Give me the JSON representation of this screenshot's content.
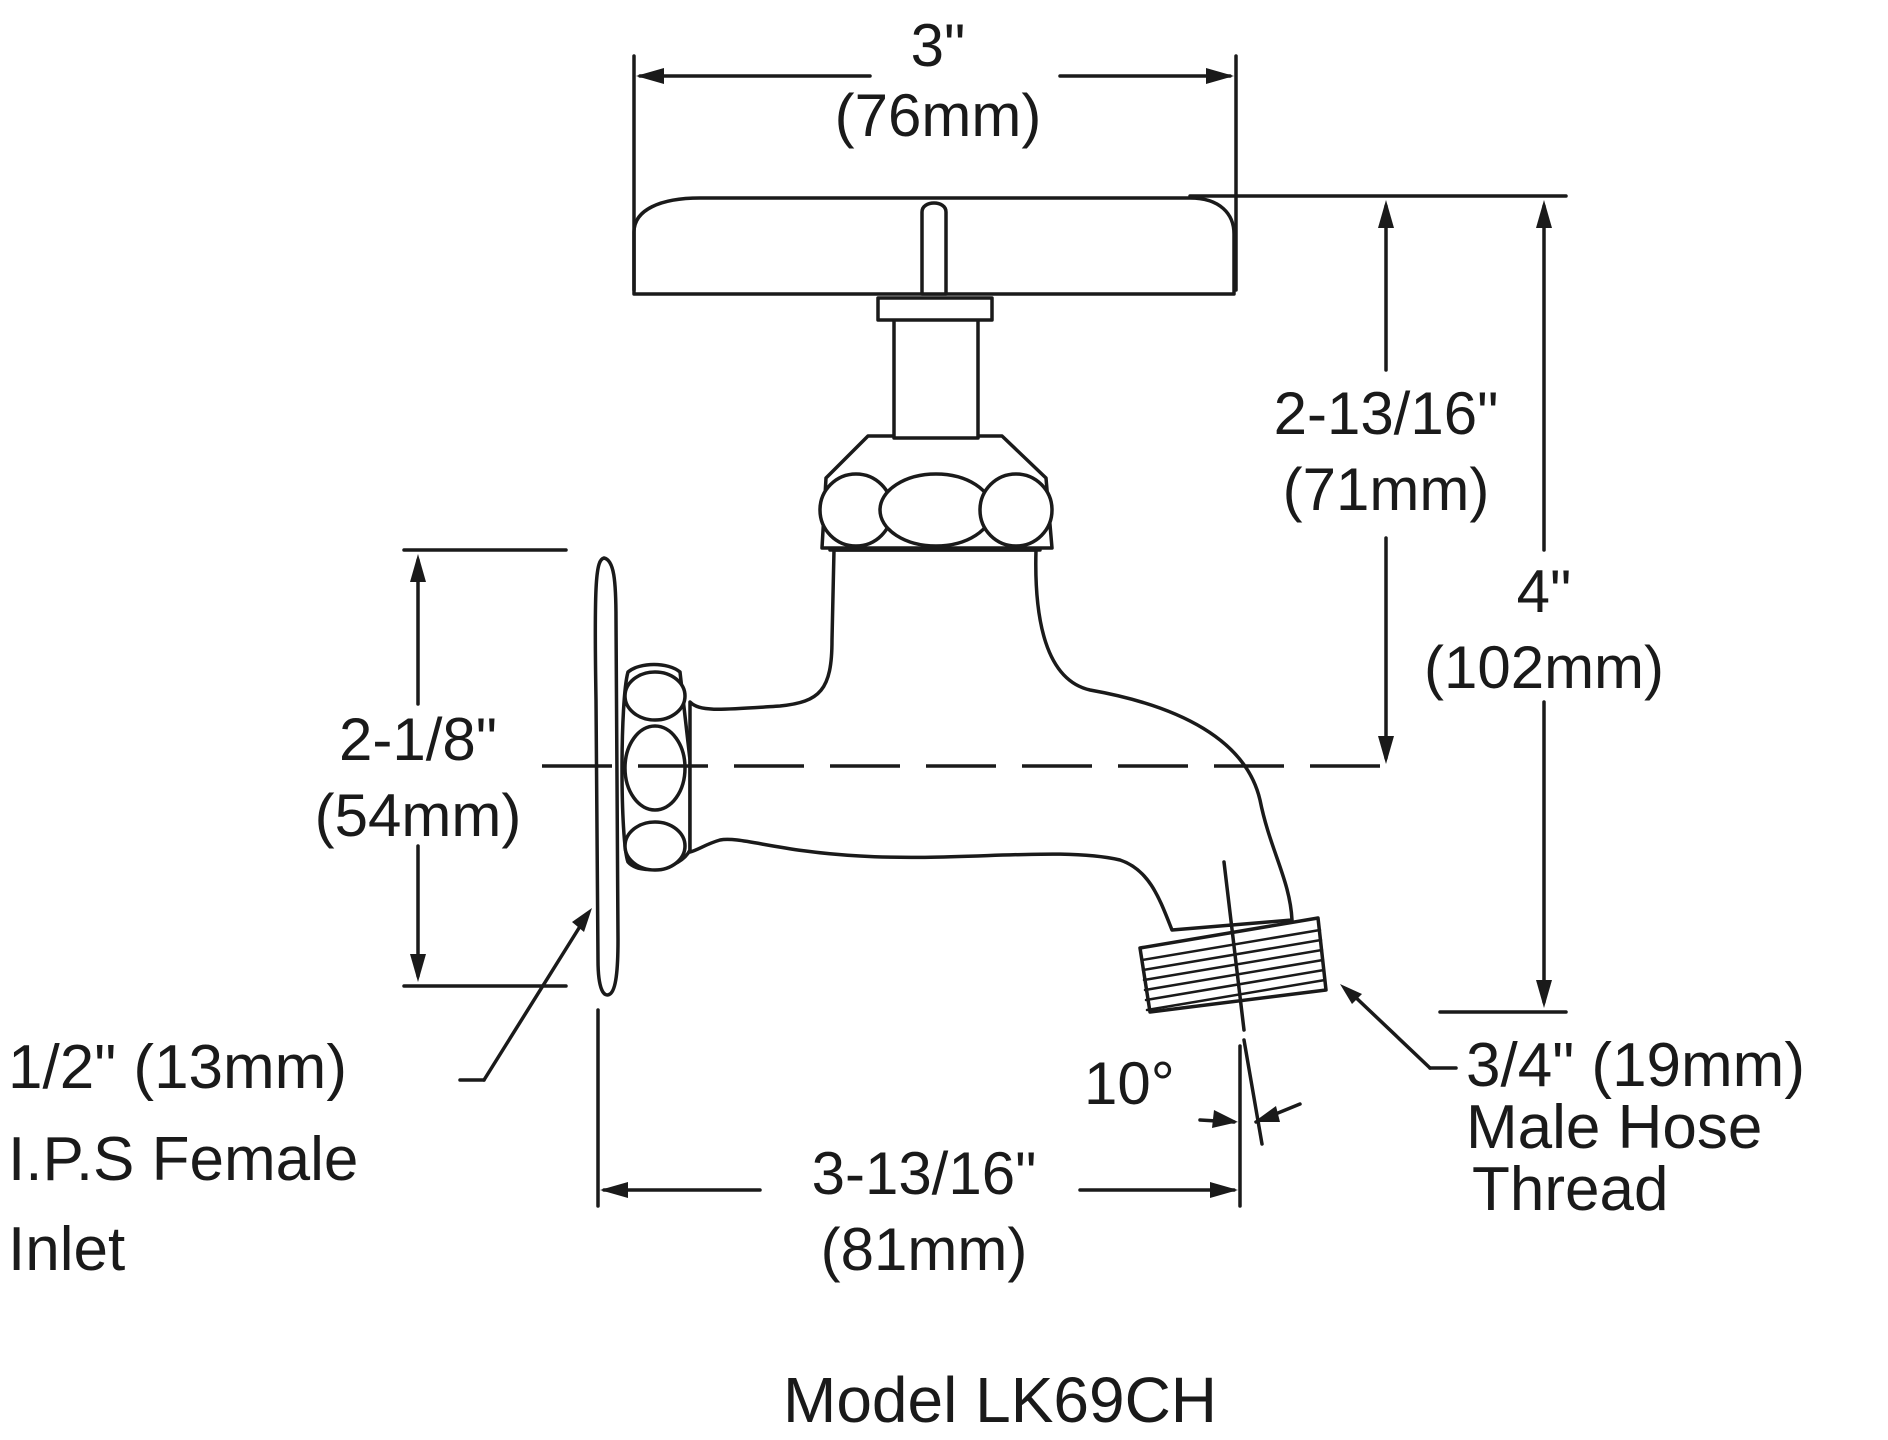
{
  "diagram": {
    "dimensions": {
      "handle_width": {
        "imperial": "3\"",
        "metric": "(76mm)"
      },
      "handle_to_centerline": {
        "imperial": "2-13/16\"",
        "metric": "(71mm)"
      },
      "overall_height": {
        "imperial": "4\"",
        "metric": "(102mm)"
      },
      "flange_height": {
        "imperial": "2-1/8\"",
        "metric": "(54mm)"
      },
      "projection": {
        "imperial": "3-13/16\"",
        "metric": "(81mm)"
      },
      "spout_angle": "10°"
    },
    "callouts": {
      "inlet": [
        "1/2\" (13mm)",
        "I.P.S Female",
        "Inlet"
      ],
      "outlet": [
        "3/4\" (19mm)",
        "Male Hose",
        "Thread"
      ]
    },
    "model_label": "Model LK69CH"
  }
}
